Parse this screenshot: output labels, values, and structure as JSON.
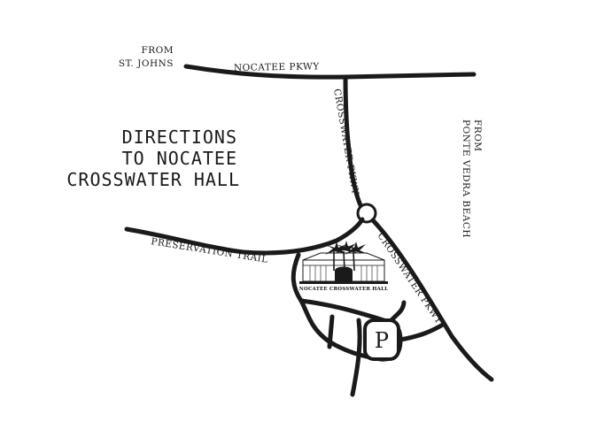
{
  "map": {
    "title_lines": [
      "DIRECTIONS",
      "TO NOCATEE",
      "CROSSWATER HALL"
    ],
    "labels": {
      "from_st_johns": [
        "FROM",
        "ST. JOHNS"
      ],
      "from_ponte_vedra": [
        "FROM",
        "PONTE VEDRA BEACH"
      ],
      "nocatee_pkwy": "NOCATEE PKWY",
      "crosswater_pkwy_north": "CROSSWATER PKWY",
      "crosswater_pkwy_south": "CROSSWATER PKWY",
      "preservation_trail": "PRESERVATION TRAIL",
      "hall_name": "NOCATEE CROSSWATER HALL",
      "parking": "P"
    },
    "colors": {
      "ink": "#1a1a1a",
      "background": "#ffffff"
    }
  }
}
